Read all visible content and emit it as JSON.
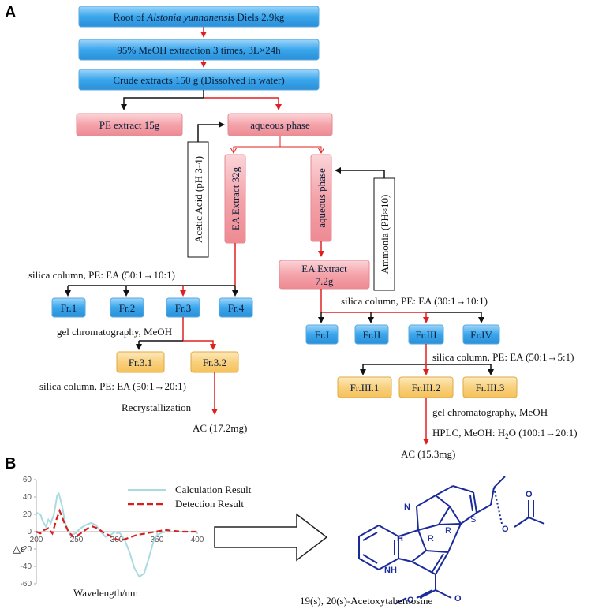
{
  "panelA": {
    "label": "A",
    "top_boxes": [
      {
        "pre": "Root of ",
        "italic": "Alstonia yunnanensis",
        "post": " Diels 2.9kg"
      },
      {
        "pre": "95% MeOH extraction 3 times, 3L×24h",
        "italic": "",
        "post": ""
      },
      {
        "pre": "Crude extracts 150 g (Dissolved in water)",
        "italic": "",
        "post": ""
      }
    ],
    "pe_extract": "PE extract 15g",
    "aqueous_phase": "aqueous phase",
    "acetic_acid": "Acetic Acid (pH 3-4)",
    "ea_extract_32": "EA Extract 32g",
    "aqueous_phase_2": "aqueous phase",
    "ammonia": "Ammonia (PH≈10)",
    "ea_extract_72_line1": "EA Extract",
    "ea_extract_72_line2": "7.2g",
    "left_silica": "silica column, PE: EA (50:1→10:1)",
    "left_fractions": [
      "Fr.1",
      "Fr.2",
      "Fr.3",
      "Fr.4"
    ],
    "gel_left": "gel chromatography, MeOH",
    "left_subfractions": [
      "Fr.3.1",
      "Fr.3.2"
    ],
    "left_silica2": "silica column, PE: EA (50:1→20:1)",
    "recrystallization": "Recrystallization",
    "ac_left": "AC (17.2mg)",
    "right_silica": "silica column, PE: EA (30:1→10:1)",
    "right_fractions": [
      "Fr.I",
      "Fr.II",
      "Fr.III",
      "Fr.IV"
    ],
    "right_silica2": "silica column, PE: EA (50:1→5:1)",
    "right_subfractions": [
      "Fr.III.1",
      "Fr.III.2",
      "Fr.III.3"
    ],
    "gel_right": "gel chromatography, MeOH",
    "hplc_pre": "HPLC, MeOH: H",
    "hplc_sub": "2",
    "hplc_post": "O (100:1→20:1)",
    "ac_right": "AC (15.3mg)"
  },
  "panelB": {
    "label": "B",
    "legend": [
      "Calculation Result",
      "Detection Result"
    ],
    "ylabel": "△ε",
    "xlabel": "Wavelength/nm",
    "compound": "19(s), 20(s)-Acetoxytabernosine",
    "atoms": {
      "H": "H",
      "N": "N",
      "NH": "NH",
      "R1": "R",
      "R2": "R",
      "S1": "S",
      "O": "O"
    }
  },
  "colors": {
    "blue_box": "#2f9fe8",
    "pink_box": "#f29aa2",
    "yellow_box": "#f7c96a",
    "red_arrow": "#e02020",
    "calc_line": "#a9dbe0",
    "detect_line": "#d81e1e",
    "molecule": "#1a2a9a"
  },
  "chart_data": {
    "type": "line",
    "xlabel": "Wavelength/nm",
    "ylabel": "△ε",
    "xlim": [
      200,
      400
    ],
    "ylim": [
      -60,
      60
    ],
    "xticks": [
      200,
      250,
      300,
      350,
      400
    ],
    "yticks": [
      60,
      40,
      20,
      0,
      -20,
      -40,
      -60
    ],
    "series": [
      {
        "name": "Calculation Result",
        "style": "solid",
        "color": "#a9dbe0",
        "x": [
          200,
          205,
          208,
          212,
          215,
          218,
          222,
          226,
          228,
          232,
          236,
          242,
          248,
          255,
          262,
          268,
          274,
          280,
          286,
          292,
          298,
          304,
          310,
          316,
          322,
          328,
          334,
          340,
          346,
          350,
          356,
          362,
          370,
          380,
          390,
          400
        ],
        "y": [
          22,
          20,
          12,
          6,
          14,
          10,
          20,
          42,
          44,
          30,
          10,
          -4,
          -2,
          4,
          8,
          10,
          8,
          0,
          -6,
          -4,
          0,
          -2,
          -10,
          -24,
          -42,
          -52,
          -48,
          -30,
          -10,
          -4,
          -1,
          0,
          0,
          0,
          0,
          0
        ]
      },
      {
        "name": "Detection Result",
        "style": "dashed",
        "color": "#d81e1e",
        "x": [
          200,
          205,
          210,
          215,
          220,
          225,
          229,
          234,
          240,
          246,
          252,
          258,
          264,
          270,
          276,
          282,
          288,
          294,
          300,
          306,
          312,
          318,
          324,
          330,
          336,
          342,
          348,
          354,
          360,
          370,
          380,
          390,
          400
        ],
        "y": [
          0,
          -2,
          2,
          4,
          -2,
          14,
          24,
          12,
          0,
          -6,
          -4,
          0,
          4,
          6,
          4,
          0,
          -3,
          -6,
          -9,
          -10,
          -8,
          -6,
          -4,
          -3,
          -2,
          -1,
          0,
          1,
          2,
          1,
          0,
          0,
          0
        ]
      }
    ]
  }
}
